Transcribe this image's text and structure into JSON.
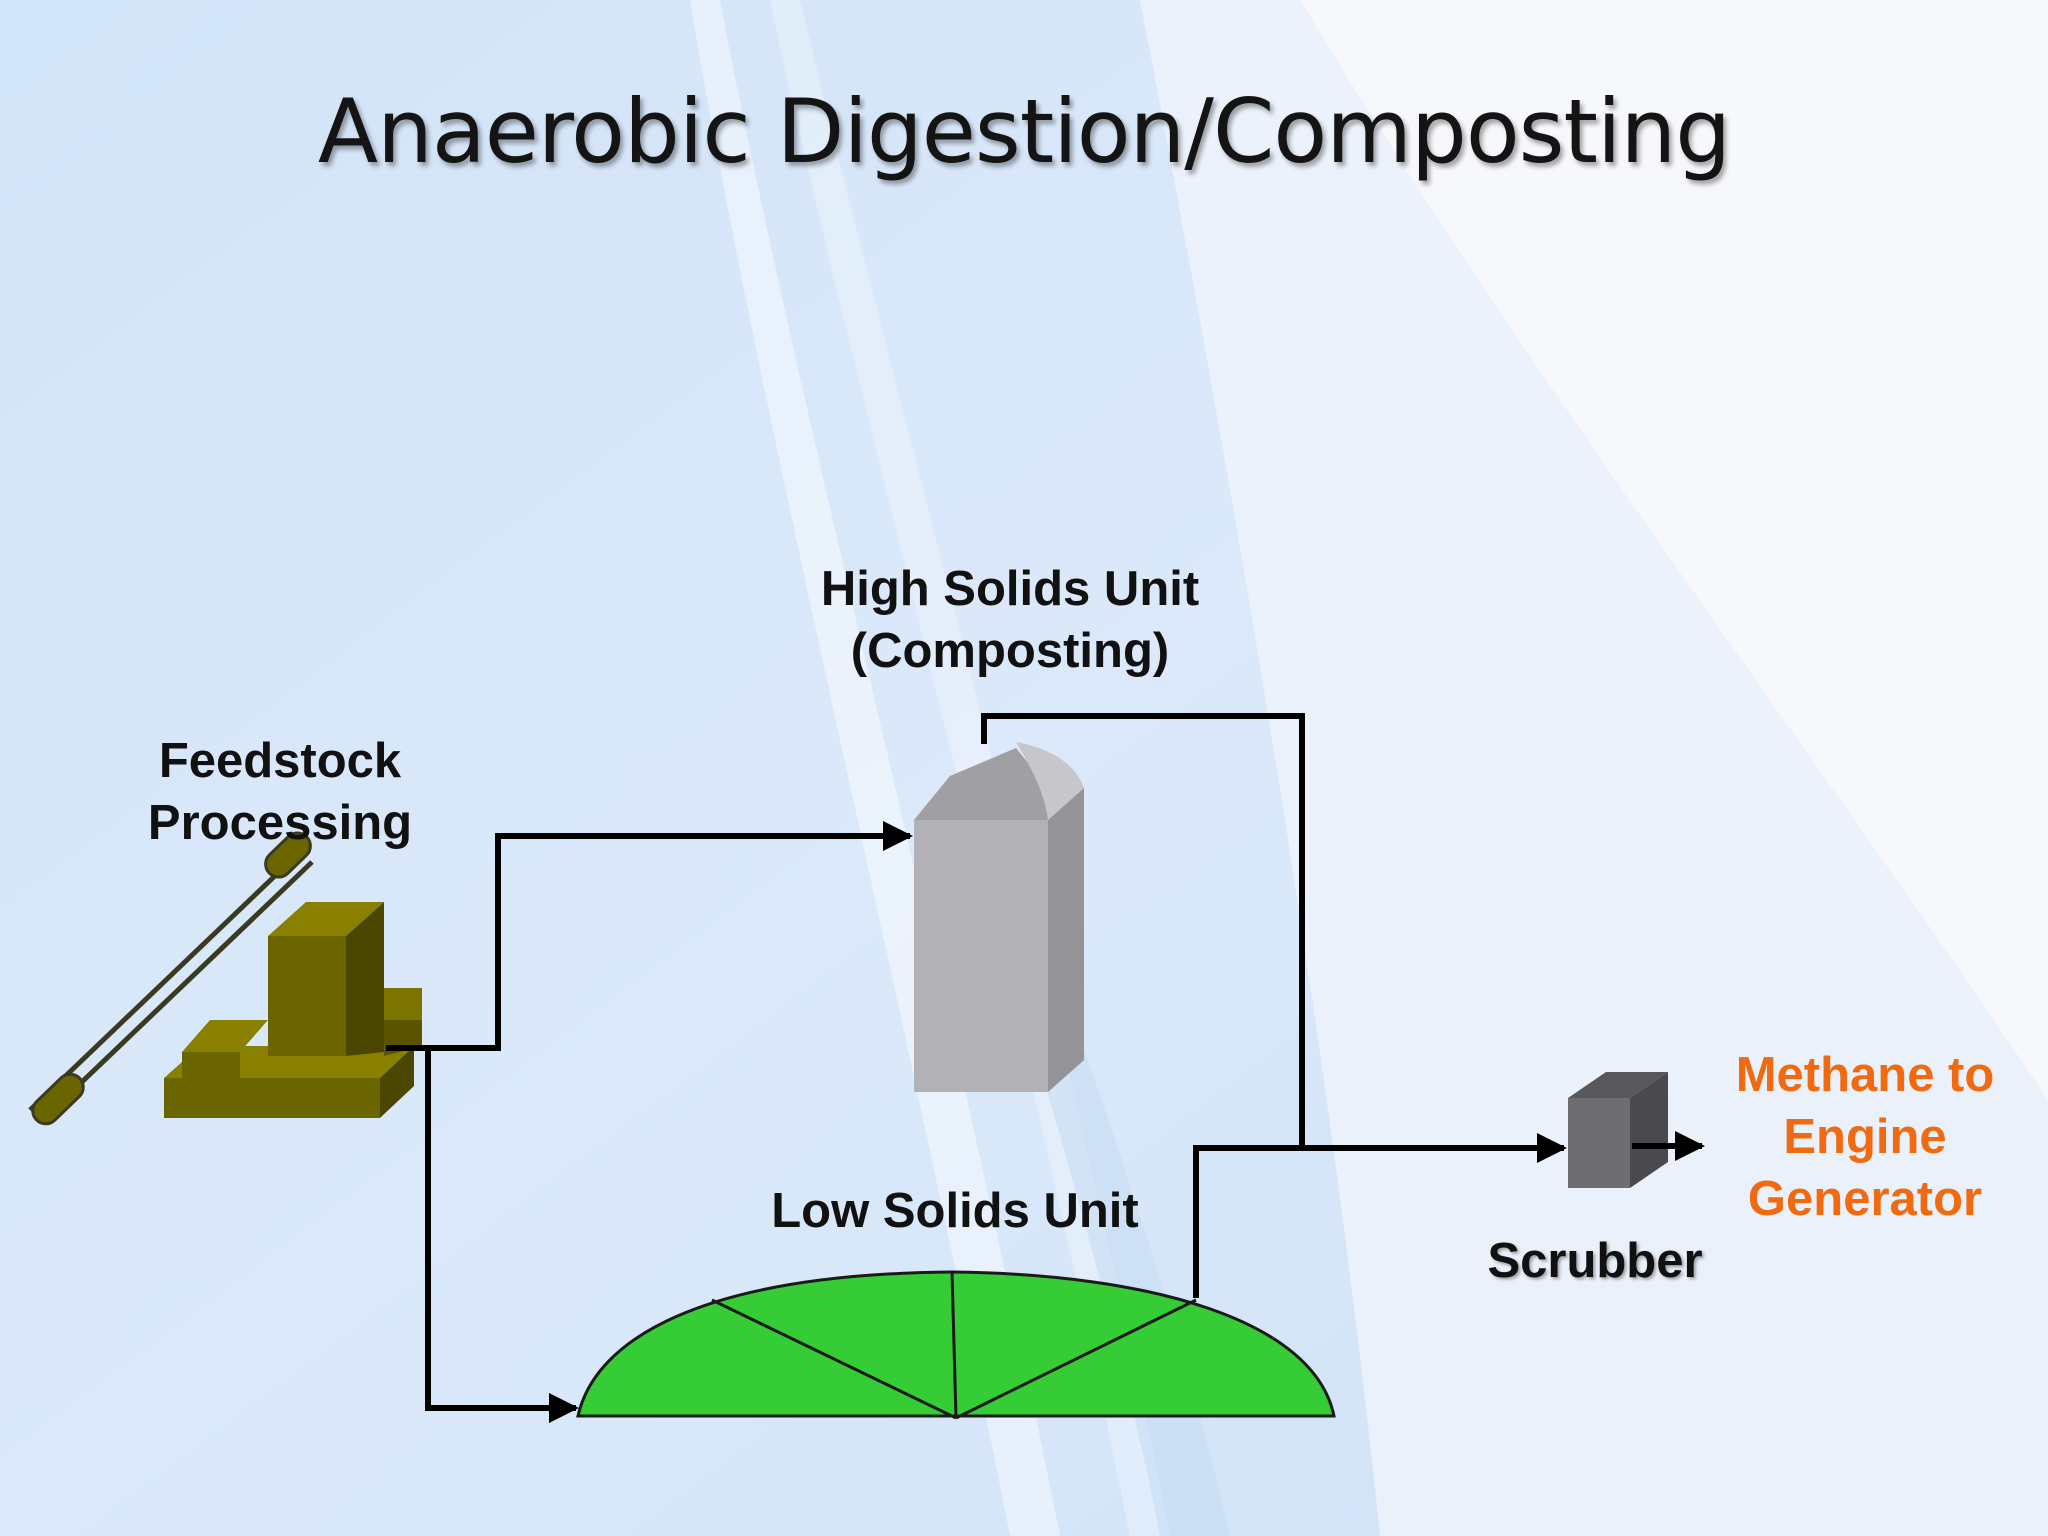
{
  "slide": {
    "title": "Anaerobic Digestion/Composting"
  },
  "labels": {
    "feedstock": [
      "Feedstock",
      "Processing"
    ],
    "high_solids": [
      "High Solids Unit",
      "(Composting)"
    ],
    "low_solids": "Low Solids Unit",
    "scrubber": "Scrubber",
    "output": [
      "Methane to",
      "Engine",
      "Generator"
    ]
  },
  "colors": {
    "background": "#d9e8f8",
    "feedstock_machine": "#6b6500",
    "tank": "#a8a8ac",
    "digester": "#35cc35",
    "scrubber": "#6e6e72",
    "flow_line": "#000000",
    "output_text": "#f26a10"
  },
  "icons": {
    "feedstock": "conveyor-machine-icon",
    "high_solids": "silo-tank-icon",
    "low_solids": "dome-digester-icon",
    "scrubber": "scrubber-box-icon"
  }
}
